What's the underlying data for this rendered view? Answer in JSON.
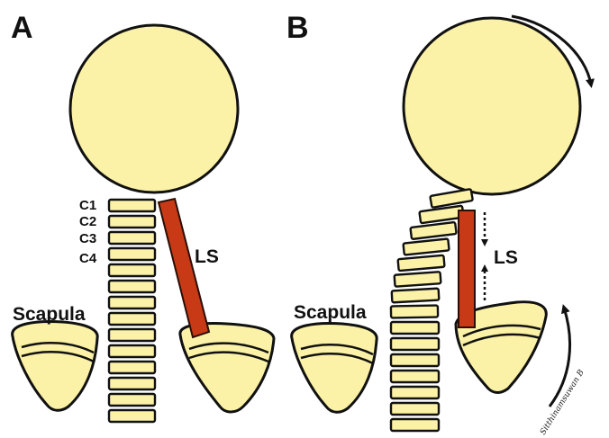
{
  "panels": {
    "a": "A",
    "b": "B"
  },
  "levels": [
    "C1",
    "C2",
    "C3",
    "C4"
  ],
  "labels": {
    "scapula_a": "Scapula",
    "scapula_b": "Scapula",
    "ls_a": "LS",
    "ls_b": "LS"
  },
  "signature": "Sitthinamsuwan B",
  "colors": {
    "bone": "#fbf2a7",
    "muscle": "#c83a16",
    "outline": "#111111"
  }
}
